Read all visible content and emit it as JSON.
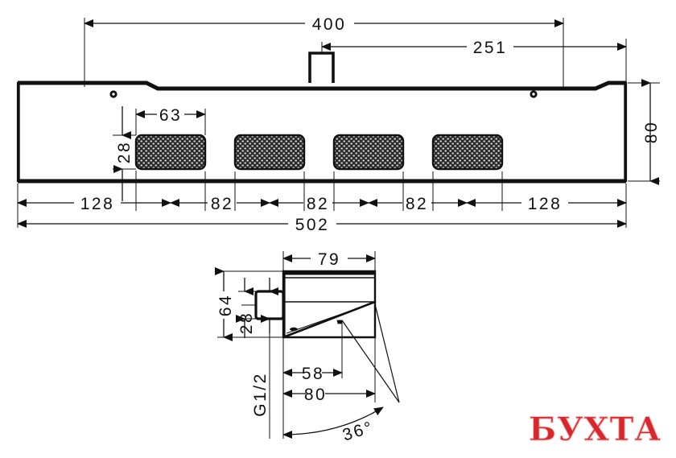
{
  "document": {
    "title": "Technical dimension drawing — shower head / body shower front and side views",
    "units_note": "mm",
    "background_color": "#ffffff",
    "line_color": "#111111"
  },
  "watermark": {
    "text": "БУХТА",
    "color": "#d8272c"
  },
  "front_view": {
    "name": "front-view",
    "dimensions": {
      "overall_width": "502",
      "mounting_span": "400",
      "offset_right": "251",
      "body_height": "80",
      "grille_width": "63",
      "grille_height": "28",
      "edge_to_first_grille": "128",
      "grille_pitch_1": "82",
      "grille_pitch_2": "82",
      "grille_pitch_3": "82",
      "last_grille_to_edge": "128"
    },
    "grille_count": 4,
    "screw_hole_count": 2
  },
  "side_view": {
    "name": "side-view",
    "dimensions": {
      "depth": "79",
      "height_total": "64",
      "inlet_height": "28",
      "inlet_thread": "G1/2",
      "spray_offset": "58",
      "spray_offset_outer": "80",
      "spray_angle": "36°"
    }
  },
  "labels": {
    "d400": "400",
    "d251": "251",
    "d502": "502",
    "d80v": "80",
    "d63": "63",
    "d28": "28",
    "d128a": "128",
    "d82a": "82",
    "d82b": "82",
    "d82c": "82",
    "d128b": "128",
    "d79": "79",
    "d64": "64",
    "d28s": "28",
    "g12": "G1/2",
    "d58": "58",
    "d80": "80",
    "a36": "36°"
  }
}
